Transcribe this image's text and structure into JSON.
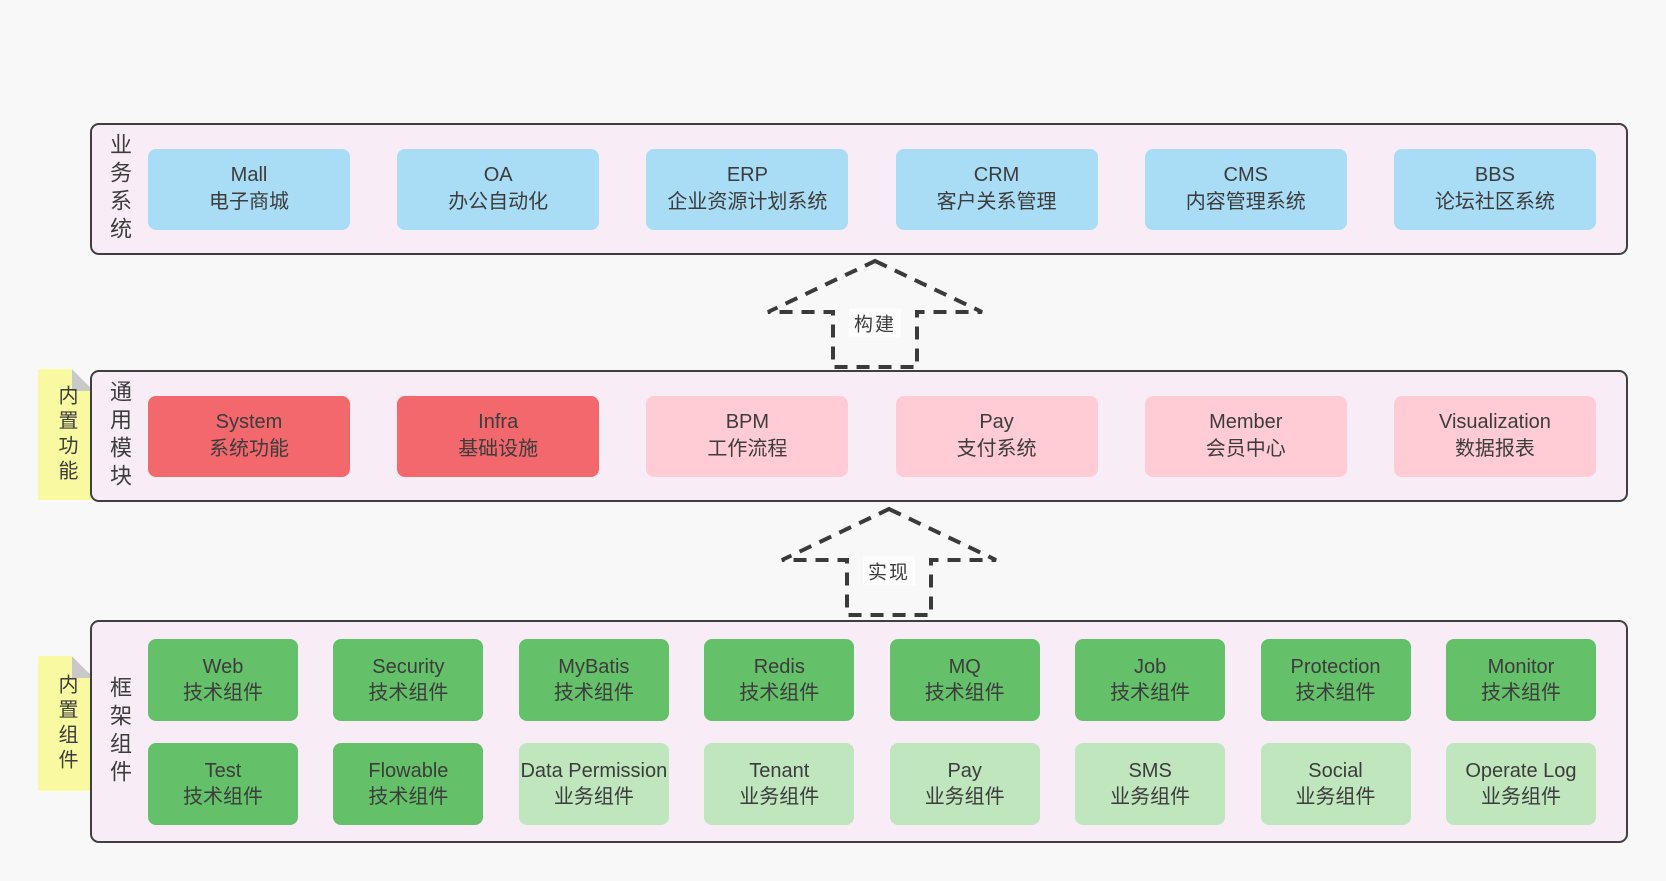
{
  "diagram": {
    "background": "#f8f8f8",
    "panel_bg": "#f8edf6",
    "panel_border": "#3f3f3f",
    "text_color": "#3c3c3c",
    "sticky_bg": "#f9f9a2",
    "sticky_fold": "#c9c9c9",
    "arrow_color": "#3a3a3a",
    "variant_colors": {
      "blue": "#a9dcf5",
      "red": "#f2686c",
      "pink": "#ffccd5",
      "green": "#65c06a",
      "lightgreen": "#bfe6bd"
    }
  },
  "arrows": [
    {
      "label": "构建"
    },
    {
      "label": "实现"
    }
  ],
  "bands": [
    {
      "id": "business",
      "label": "业务系统",
      "sticky": null,
      "rows": [
        [
          {
            "title": "Mall",
            "subtitle": "电子商城",
            "variant": "blue"
          },
          {
            "title": "OA",
            "subtitle": "办公自动化",
            "variant": "blue"
          },
          {
            "title": "ERP",
            "subtitle": "企业资源计划系统",
            "variant": "blue"
          },
          {
            "title": "CRM",
            "subtitle": "客户关系管理",
            "variant": "blue"
          },
          {
            "title": "CMS",
            "subtitle": "内容管理系统",
            "variant": "blue"
          },
          {
            "title": "BBS",
            "subtitle": "论坛社区系统",
            "variant": "blue"
          }
        ]
      ]
    },
    {
      "id": "modules",
      "label": "通用模块",
      "sticky": "内置功能",
      "rows": [
        [
          {
            "title": "System",
            "subtitle": "系统功能",
            "variant": "red"
          },
          {
            "title": "Infra",
            "subtitle": "基础设施",
            "variant": "red"
          },
          {
            "title": "BPM",
            "subtitle": "工作流程",
            "variant": "pink"
          },
          {
            "title": "Pay",
            "subtitle": "支付系统",
            "variant": "pink"
          },
          {
            "title": "Member",
            "subtitle": "会员中心",
            "variant": "pink"
          },
          {
            "title": "Visualization",
            "subtitle": "数据报表",
            "variant": "pink"
          }
        ]
      ]
    },
    {
      "id": "components",
      "label": "框架组件",
      "sticky": "内置组件",
      "rows": [
        [
          {
            "title": "Web",
            "subtitle": "技术组件",
            "variant": "green"
          },
          {
            "title": "Security",
            "subtitle": "技术组件",
            "variant": "green"
          },
          {
            "title": "MyBatis",
            "subtitle": "技术组件",
            "variant": "green"
          },
          {
            "title": "Redis",
            "subtitle": "技术组件",
            "variant": "green"
          },
          {
            "title": "MQ",
            "subtitle": "技术组件",
            "variant": "green"
          },
          {
            "title": "Job",
            "subtitle": "技术组件",
            "variant": "green"
          },
          {
            "title": "Protection",
            "subtitle": "技术组件",
            "variant": "green"
          },
          {
            "title": "Monitor",
            "subtitle": "技术组件",
            "variant": "green"
          }
        ],
        [
          {
            "title": "Test",
            "subtitle": "技术组件",
            "variant": "green"
          },
          {
            "title": "Flowable",
            "subtitle": "技术组件",
            "variant": "green"
          },
          {
            "title": "Data Permission",
            "subtitle": "业务组件",
            "variant": "lightgreen"
          },
          {
            "title": "Tenant",
            "subtitle": "业务组件",
            "variant": "lightgreen"
          },
          {
            "title": "Pay",
            "subtitle": "业务组件",
            "variant": "lightgreen"
          },
          {
            "title": "SMS",
            "subtitle": "业务组件",
            "variant": "lightgreen"
          },
          {
            "title": "Social",
            "subtitle": "业务组件",
            "variant": "lightgreen"
          },
          {
            "title": "Operate Log",
            "subtitle": "业务组件",
            "variant": "lightgreen"
          }
        ]
      ]
    }
  ]
}
